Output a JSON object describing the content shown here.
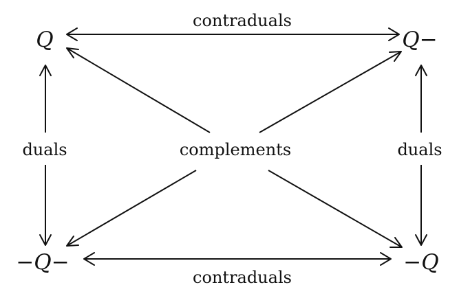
{
  "nodes": {
    "top_left": "Q",
    "top_right": "Q−",
    "bottom_left": "−Q−",
    "bottom_right": "−Q"
  },
  "labels": {
    "top": "contraduals",
    "bottom": "contraduals",
    "left": "duals",
    "right": "duals",
    "center": "complements"
  }
}
